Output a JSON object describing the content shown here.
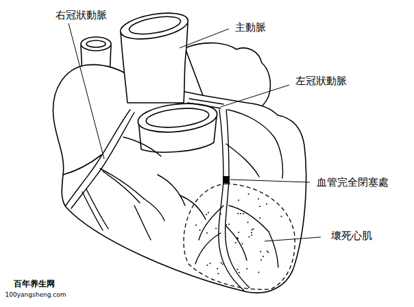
{
  "diagram": {
    "labels": [
      "右冠狀動脈",
      "主動脈",
      "左冠狀動脈",
      "血管完全閉塞處",
      "壞死心肌",
      "百年养生网",
      "100yangsheng.com"
    ]
  }
}
